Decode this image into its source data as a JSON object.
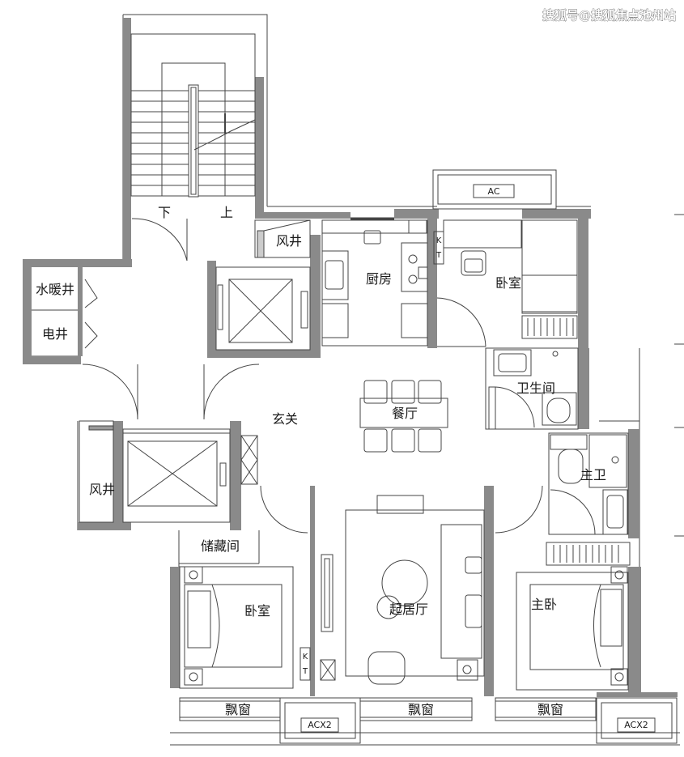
{
  "watermark": "搜狐号@搜狐焦点池州站",
  "stair": {
    "down": "下",
    "up": "上"
  },
  "rooms": {
    "air_shaft_top": "风井",
    "water_heating_shaft": "水暖井",
    "electrical_shaft": "电井",
    "kitchen": "厨房",
    "bedroom_north": "卧室",
    "bathroom": "卫生间",
    "dining": "餐厅",
    "entrance": "玄关",
    "air_shaft_left": "风井",
    "master_bath": "主卫",
    "storage": "储藏间",
    "bedroom_south": "卧室",
    "living_room": "起居厅",
    "master_bedroom": "主卧"
  },
  "windows": {
    "bay_left": "飘窗",
    "bay_center": "飘窗",
    "bay_right": "飘窗"
  },
  "ac_units": {
    "north": "AC",
    "south_left": "ACX2",
    "south_right": "ACX2"
  },
  "kt": {
    "k": "K",
    "t": "T"
  }
}
